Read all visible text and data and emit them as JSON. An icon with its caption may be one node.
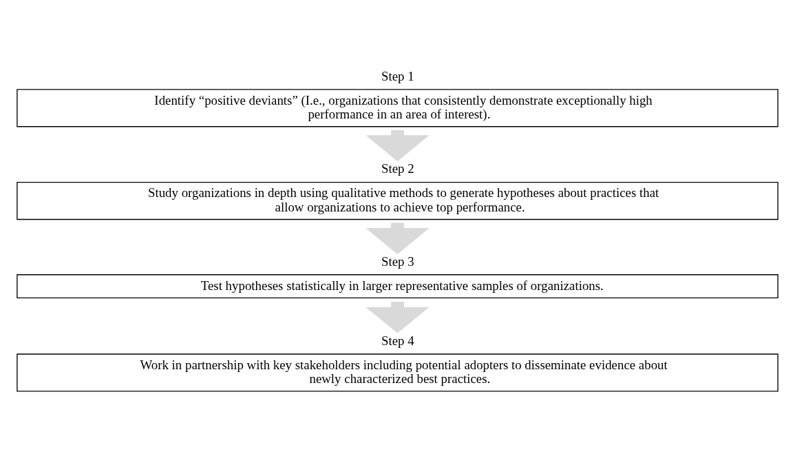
{
  "diagram": {
    "nodes": [
      {
        "text": [
          "Step 1",
          "Identify “positive deviants” (I.e., organizations that consistently demonstrate exceptionally high performance in an area of interest)."
        ]
      },
      {
        "text": [
          "Step 2",
          "Study organizations in depth using qualitative methods to generate hypotheses about practices that allow organizations to achieve top performance."
        ]
      },
      {
        "text": [
          "Step 3",
          "Test hypotheses statistically in larger representative samples of organizations."
        ]
      },
      {
        "text": [
          "Step 4",
          "Work in partnership with key stakeholders including potential adopters to disseminate evidence about newly characterized best practices."
        ]
      }
    ],
    "edges": [
      {
        "from": 0,
        "to": 1,
        "arrow": "to"
      },
      {
        "from": 1,
        "to": 2,
        "arrow": "to"
      },
      {
        "from": 2,
        "to": 3,
        "arrow": "to"
      }
    ]
  }
}
